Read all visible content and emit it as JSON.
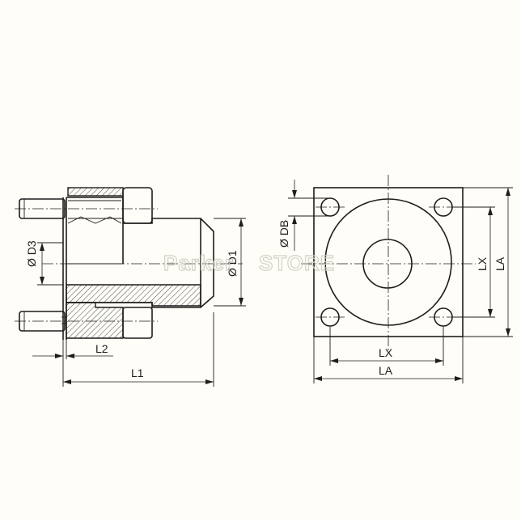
{
  "side_view": {
    "labels": {
      "d3": "Ø D3",
      "d1": "Ø D1",
      "l2": "L2",
      "l1": "L1"
    }
  },
  "front_view": {
    "labels": {
      "db": "Ø DB",
      "lx_vertical": "LX",
      "la_vertical": "LA",
      "lx_horizontal": "LX",
      "la_horizontal": "LA"
    }
  },
  "watermark": {
    "text_left": "Parker",
    "text_right": "STORE"
  },
  "colors": {
    "background": "#fefdf8",
    "line": "#1e1d1a",
    "watermark": "#d4d1c6"
  }
}
